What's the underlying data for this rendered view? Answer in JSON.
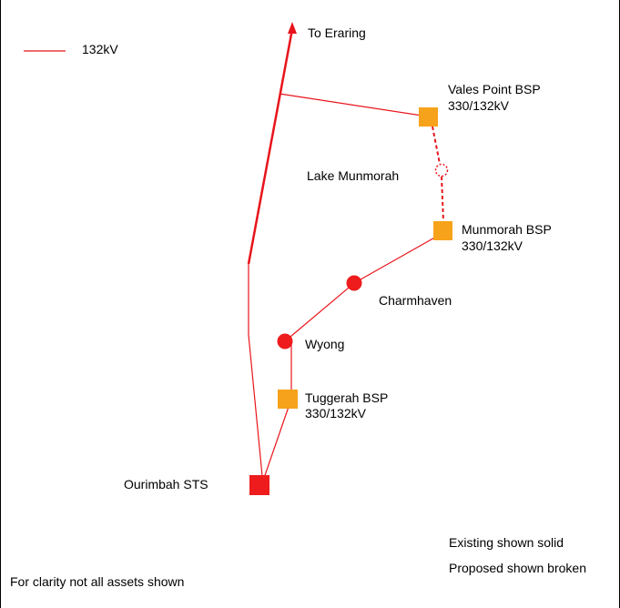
{
  "colors": {
    "line": "#e8141b",
    "bsp": "#f7a21b",
    "sts": "#ee1c1c",
    "substation": "#ee1c1c"
  },
  "legend": {
    "label": "132kV"
  },
  "labels": {
    "to_eraring": "To Eraring",
    "vales_point": {
      "name": "Vales Point BSP",
      "rating": "330/132kV"
    },
    "lake_munmorah": "Lake Munmorah",
    "munmorah": {
      "name": "Munmorah BSP",
      "rating": "330/132kV"
    },
    "charmhaven": "Charmhaven",
    "wyong": "Wyong",
    "tuggerah": {
      "name": "Tuggerah BSP",
      "rating": "330/132kV"
    },
    "ourimbah": "Ourimbah STS"
  },
  "notes": {
    "existing": "Existing shown solid",
    "proposed": "Proposed shown broken",
    "clarity": "For clarity not all assets shown"
  }
}
